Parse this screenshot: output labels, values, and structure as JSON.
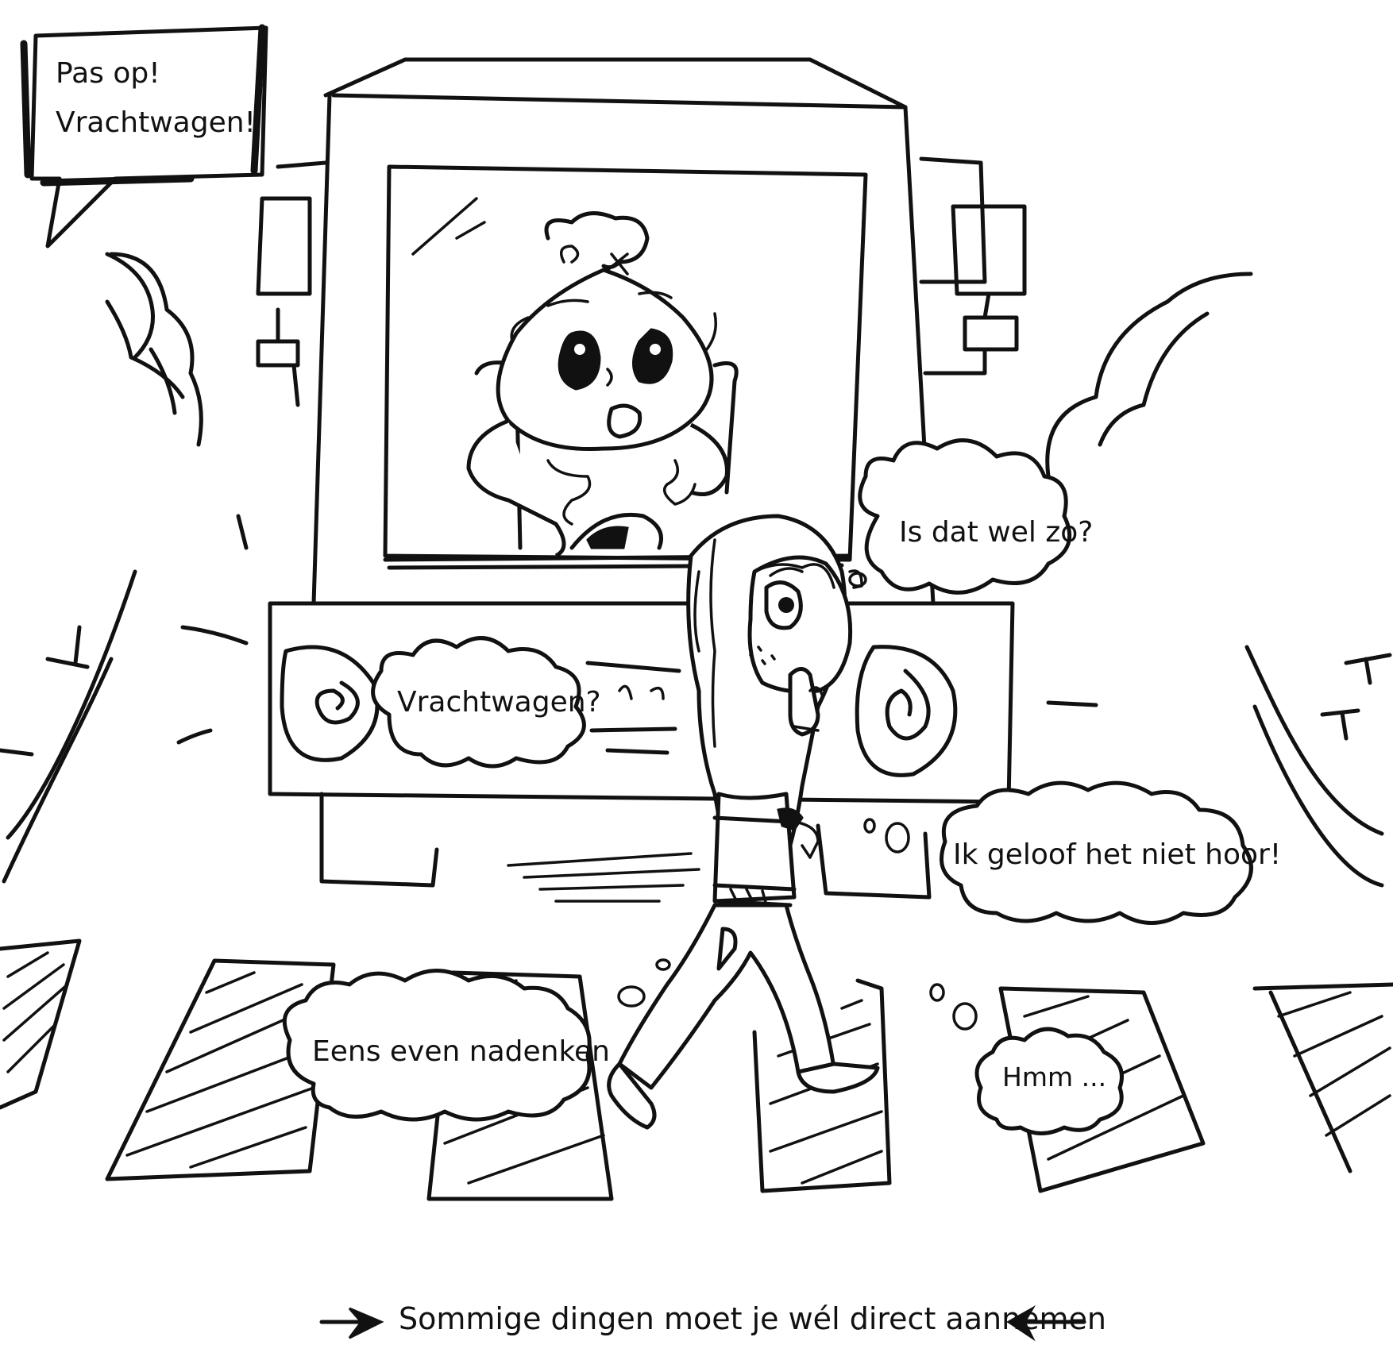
{
  "speech_bubble": {
    "line1": "Pas op!",
    "line2": "Vrachtwagen!"
  },
  "thought_bubbles": {
    "is_dat_wel_zo": "Is dat wel zo?",
    "vrachtwagen": "Vrachtwagen?",
    "ik_geloof": "Ik geloof het niet hoor!",
    "eens_even": "Eens even nadenken",
    "hmm": "Hmm ..."
  },
  "caption": {
    "text": "Sommige dingen moet je wél direct aannemen"
  },
  "colors": {
    "ink": "#111111",
    "paper": "#ffffff"
  }
}
